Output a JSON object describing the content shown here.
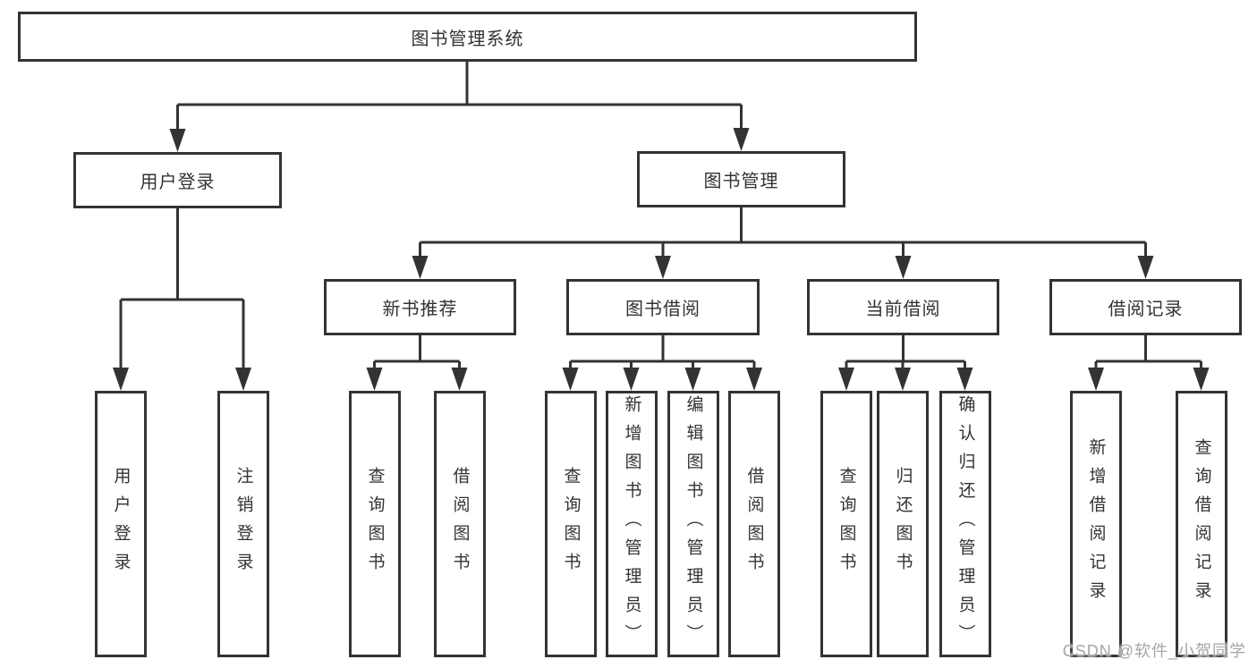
{
  "colors": {
    "line": "#333333",
    "text": "#333333",
    "watermark": "#a6a6a6",
    "background": "#ffffff"
  },
  "watermark": "CSDN @软件_小贺同学",
  "tree": {
    "root": "图书管理系统",
    "level2": [
      "用户登录",
      "图书管理"
    ],
    "level3": [
      "新书推荐",
      "图书借阅",
      "当前借阅",
      "借阅记录"
    ],
    "leaves": [
      "用户登录",
      "注销登录",
      "查询图书",
      "借阅图书",
      "查询图书",
      "新增图书（管理员）",
      "编辑图书（管理员）",
      "借阅图书",
      "查询图书",
      "归还图书",
      "确认归还（管理员）",
      "新增借阅记录",
      "查询借阅记录"
    ]
  }
}
